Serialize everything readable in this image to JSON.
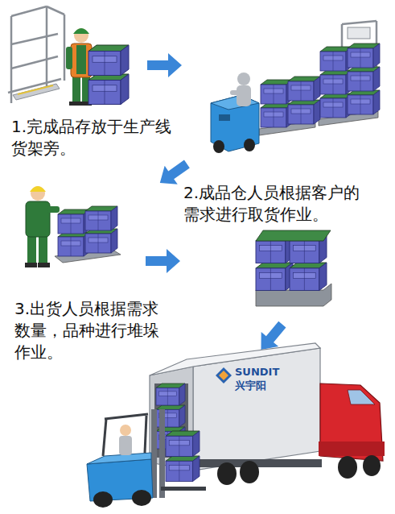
{
  "diagram": {
    "labels": [
      "1.完成品存放于生产线货架旁。",
      "2.成品仓人员根据客户的需求进行取货作业。",
      "3.出货人员根据需求数量，品种进行堆垛作业。",
      "SUNDIT",
      "兴宇阳"
    ]
  }
}
